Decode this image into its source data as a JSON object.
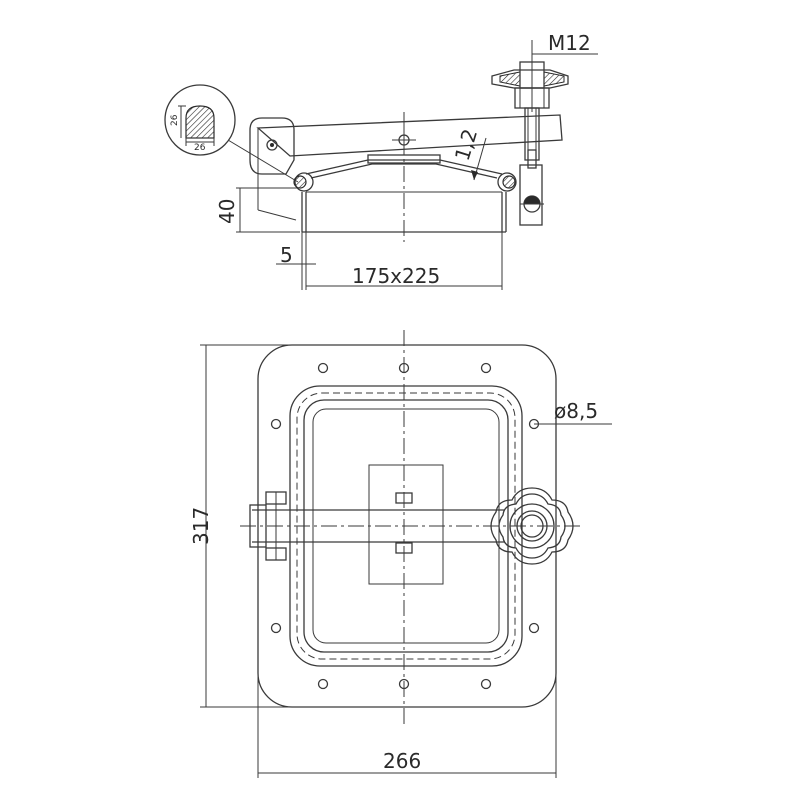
{
  "side_view": {
    "thread_label": "M12",
    "thickness_label": "1,2",
    "height_label": "40",
    "wall_label": "5",
    "opening_label": "175x225",
    "gasket_width_label": "26",
    "gasket_height_label": "26"
  },
  "top_view": {
    "hole_label": "ø8,5",
    "height_label": "317",
    "width_label": "266"
  }
}
